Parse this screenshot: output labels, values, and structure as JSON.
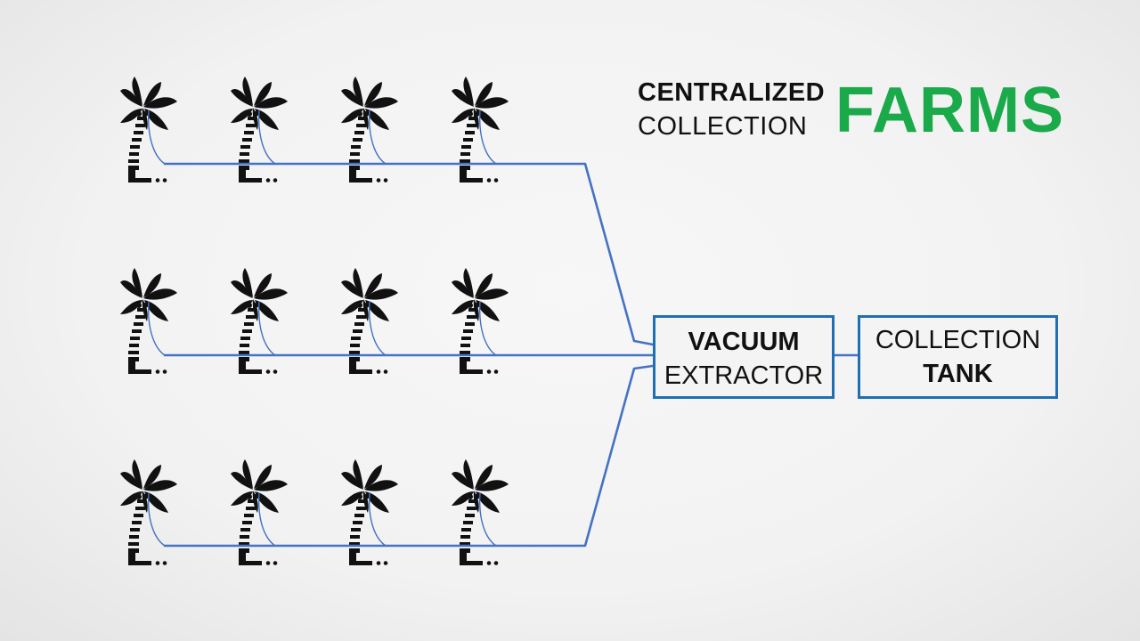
{
  "title": {
    "line1": "CENTRALIZED",
    "line2": "COLLECTION",
    "big": "FARMS",
    "big_color": "#1aaa4a"
  },
  "vacuum_box": {
    "line1": "VACUUM",
    "line2": "EXTRACTOR"
  },
  "tank_box": {
    "line1": "COLLECTION",
    "line2": "TANK"
  },
  "colors": {
    "pipe": "#4472c4",
    "box_border": "#1f6fb2",
    "tree": "#111111"
  },
  "tree_icon": "palm-tree-icon",
  "rows": [
    {
      "name": "row-1",
      "trees": 4
    },
    {
      "name": "row-2",
      "trees": 4
    },
    {
      "name": "row-3",
      "trees": 4
    }
  ]
}
